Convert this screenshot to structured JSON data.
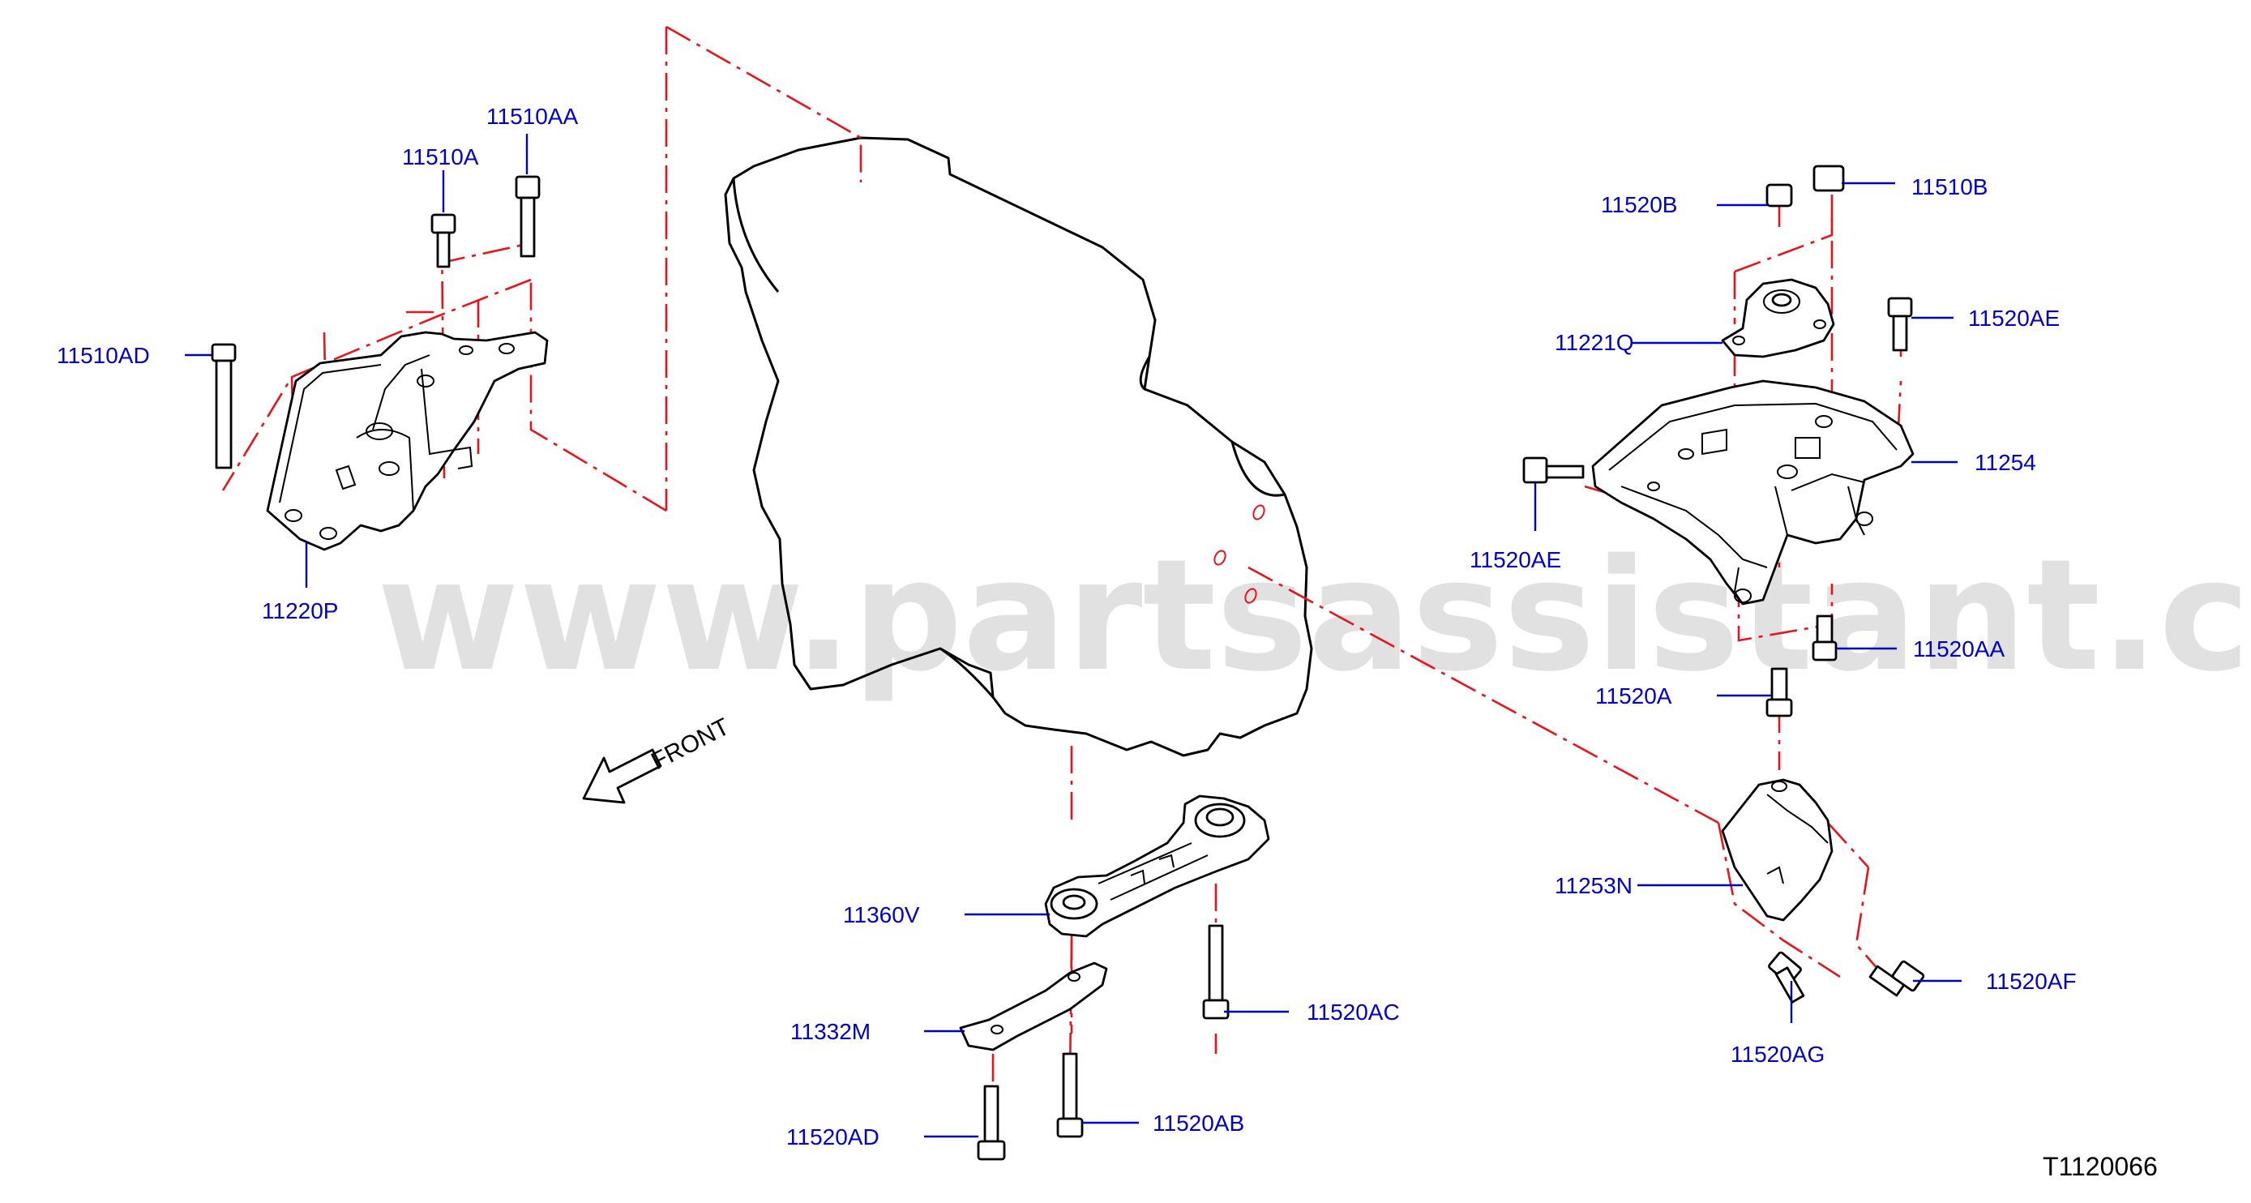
{
  "watermark": "www.partsassistant.com",
  "front_label": "FRONT",
  "diagram_ref": "T1120066",
  "colors": {
    "label": "#0000cc",
    "centerline": "#e8141c",
    "watermark": "#c9c9c9"
  },
  "parts": {
    "p11510AA": "11510AA",
    "p11510A": "11510A",
    "p11510AD": "11510AD",
    "p11220P": "11220P",
    "p11520B": "11520B",
    "p11510B": "11510B",
    "p11221Q": "11221Q",
    "p11520AE_right": "11520AE",
    "p11254": "11254",
    "p11520AE_left": "11520AE",
    "p11520AA": "11520AA",
    "p11520A": "11520A",
    "p11253N": "11253N",
    "p11520AF": "11520AF",
    "p11520AG": "11520AG",
    "p11360V": "11360V",
    "p11332M": "11332M",
    "p11520AC": "11520AC",
    "p11520AD": "11520AD",
    "p11520AB": "11520AB"
  }
}
